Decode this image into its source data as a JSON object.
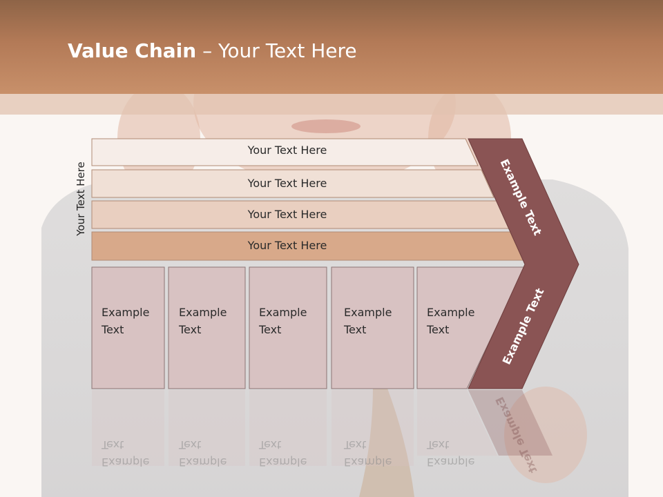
{
  "slide": {
    "title_bold": "Value Chain",
    "title_rest": " – Your Text Here"
  },
  "diagram": {
    "side_label": "Your Text Here",
    "rows": [
      {
        "label": "Your Text Here",
        "color": "#f6ede8"
      },
      {
        "label": "Your Text Here",
        "color": "#f0e0d6"
      },
      {
        "label": "Your Text Here",
        "color": "#e9cfc0"
      },
      {
        "label": "Your Text Here",
        "color": "#d8a98a"
      }
    ],
    "columns": [
      {
        "line1": "Example",
        "line2": "Text"
      },
      {
        "line1": "Example",
        "line2": "Text"
      },
      {
        "line1": "Example",
        "line2": "Text"
      },
      {
        "line1": "Example",
        "line2": "Text"
      },
      {
        "line1": "Example",
        "line2": "Text"
      }
    ],
    "chevron_top_label": "Example Text",
    "chevron_bottom_label": "Example Text",
    "colors": {
      "header": "#b57b58",
      "column_fill": "#d8c2c2",
      "chevron_fill": "#8a5454"
    }
  }
}
